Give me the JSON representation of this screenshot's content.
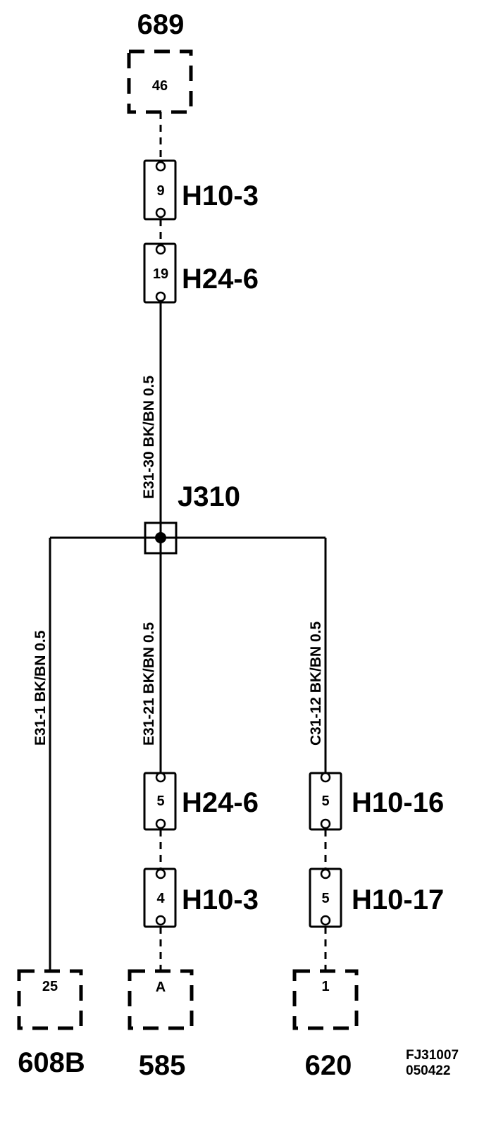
{
  "components": {
    "c689": {
      "name": "689",
      "pin": "46"
    },
    "c608b": {
      "name": "608B",
      "pin": "25"
    },
    "c585": {
      "name": "585",
      "pin": "A"
    },
    "c620": {
      "name": "620",
      "pin": "1"
    }
  },
  "connectors": {
    "h10_3_top": {
      "name": "H10-3",
      "pin": "9"
    },
    "h24_6_top": {
      "name": "H24-6",
      "pin": "19"
    },
    "h24_6_bottom": {
      "name": "H24-6",
      "pin": "5"
    },
    "h10_16": {
      "name": "H10-16",
      "pin": "5"
    },
    "h10_3_bottom": {
      "name": "H10-3",
      "pin": "4"
    },
    "h10_17": {
      "name": "H10-17",
      "pin": "5"
    }
  },
  "junction": {
    "name": "J310"
  },
  "wires": {
    "e31_30": "E31-30  BK/BN  0.5",
    "e31_1": "E31-1  BK/BN  0.5",
    "e31_21": "E31-21  BK/BN  0.5",
    "c31_12": "C31-12  BK/BN  0.5"
  },
  "figure_code": {
    "line1": "FJ31007",
    "line2": "050422"
  }
}
